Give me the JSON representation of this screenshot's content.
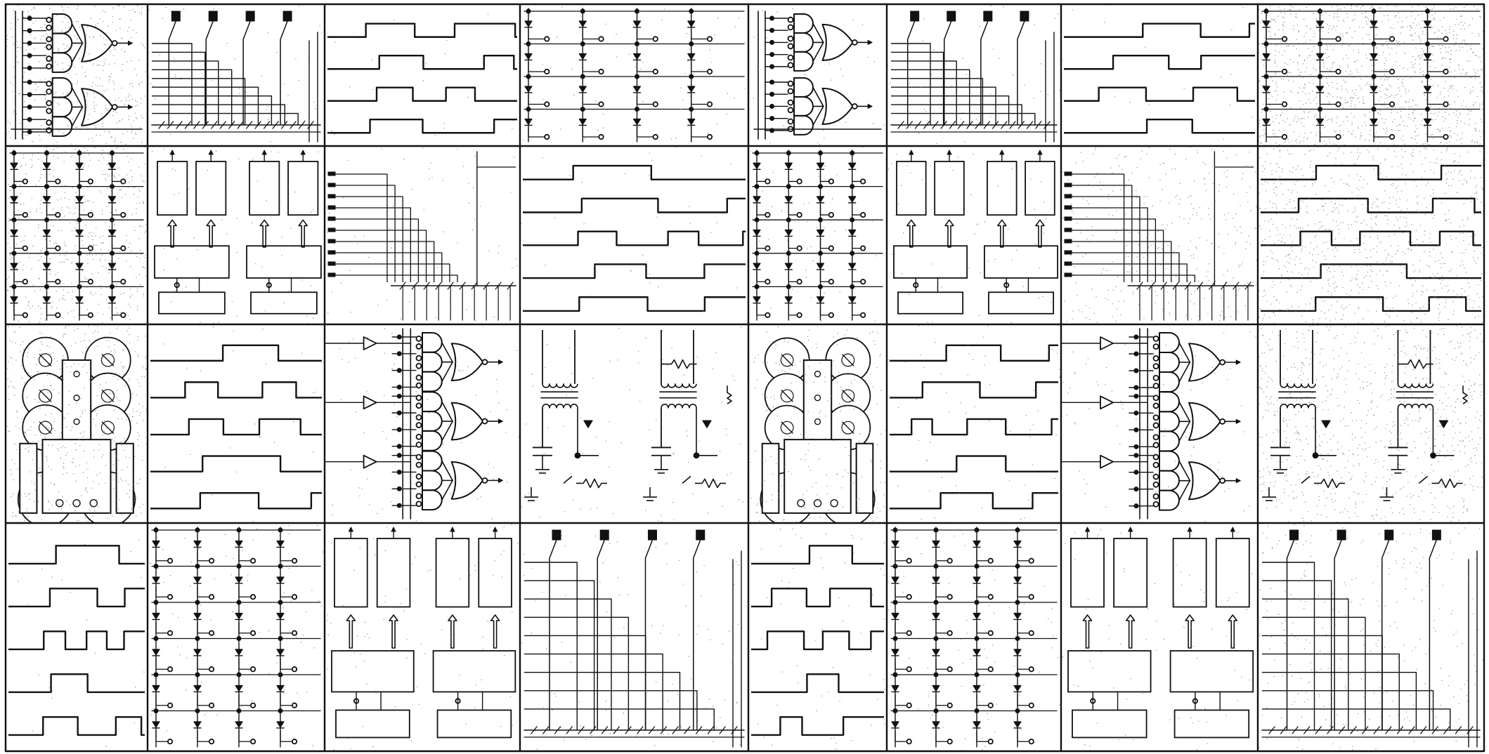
{
  "title": "",
  "colors": {
    "ink": "#111111",
    "paper": "#ffffff",
    "speckle": "#7a7a7a"
  },
  "panels": [
    {
      "kind": "logic-gates",
      "speckle": 0.55
    },
    {
      "kind": "bus-lines-top-pins",
      "speckle": 0.05
    },
    {
      "kind": "timing-waves",
      "speckle": 0.02,
      "rows": 4
    },
    {
      "kind": "diode-matrix",
      "speckle": 0.05
    },
    {
      "kind": "logic-gates",
      "speckle": 0.05
    },
    {
      "kind": "bus-lines-top-pins",
      "speckle": 0.05
    },
    {
      "kind": "timing-waves",
      "speckle": 0.02,
      "rows": 4
    },
    {
      "kind": "diode-matrix",
      "speckle": 0.95
    },
    {
      "kind": "diode-matrix",
      "speckle": 0.5
    },
    {
      "kind": "register-blocks",
      "speckle": 0.05
    },
    {
      "kind": "bus-lines-side-pins",
      "speckle": 0.05
    },
    {
      "kind": "timing-waves",
      "speckle": 0.02,
      "rows": 5
    },
    {
      "kind": "diode-matrix",
      "speckle": 0.05
    },
    {
      "kind": "register-blocks",
      "speckle": 0.05
    },
    {
      "kind": "bus-lines-side-pins",
      "speckle": 0.25
    },
    {
      "kind": "timing-waves",
      "speckle": 0.6,
      "rows": 5
    },
    {
      "kind": "mechanical-assembly",
      "speckle": 0.45
    },
    {
      "kind": "timing-waves",
      "speckle": 0.02,
      "rows": 5
    },
    {
      "kind": "buffered-gates",
      "speckle": 0.05
    },
    {
      "kind": "transformer-circuit",
      "speckle": 0.05
    },
    {
      "kind": "mechanical-assembly",
      "speckle": 0.2
    },
    {
      "kind": "timing-waves",
      "speckle": 0.05,
      "rows": 5
    },
    {
      "kind": "buffered-gates",
      "speckle": 0.05
    },
    {
      "kind": "transformer-circuit",
      "speckle": 0.5
    },
    {
      "kind": "timing-waves",
      "speckle": 0.02,
      "rows": 5
    },
    {
      "kind": "diode-matrix",
      "speckle": 0.05
    },
    {
      "kind": "register-blocks",
      "speckle": 0.05
    },
    {
      "kind": "bus-lines-top-pins",
      "speckle": 0.05
    },
    {
      "kind": "timing-waves",
      "speckle": 0.05,
      "rows": 5
    },
    {
      "kind": "diode-matrix",
      "speckle": 0.05
    },
    {
      "kind": "register-blocks",
      "speckle": 0.05
    },
    {
      "kind": "bus-lines-top-pins",
      "speckle": 0.15
    }
  ]
}
